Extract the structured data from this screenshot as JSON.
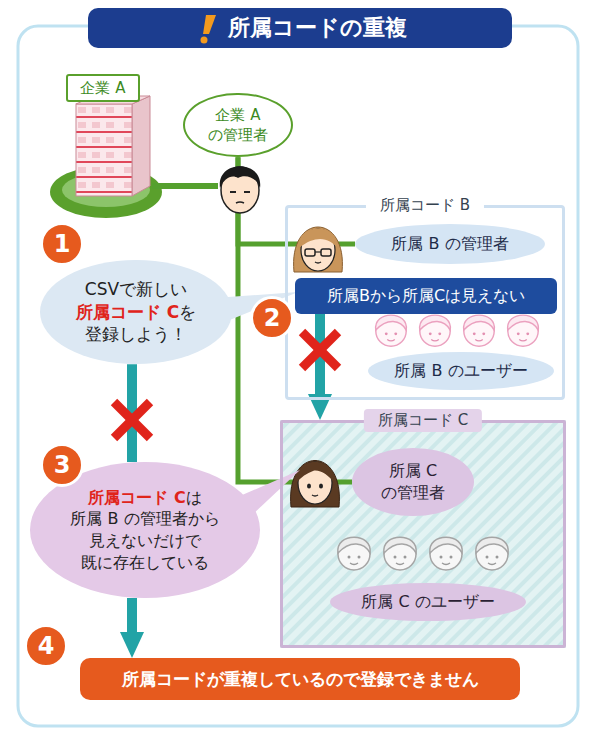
{
  "diagram": {
    "title": "所属コードの重複",
    "nodes": [
      {
        "text": [
          "企業 A"
        ]
      },
      {
        "text": [
          "企業 A の管理者"
        ]
      },
      {
        "text": [
          "CSVで新しい",
          "所属コード C",
          "を",
          "登録しよう！"
        ]
      },
      {
        "text": [
          "所属コード B"
        ]
      },
      {
        "text": [
          "所属 B の管理者"
        ],
        "in": 3
      },
      {
        "text": [
          "所属Bから所属Cは見えない"
        ],
        "in": 3
      },
      {
        "text": [
          "所属 B のユーザー"
        ],
        "in": 3
      },
      {
        "text": [
          "所属コード C"
        ]
      },
      {
        "text": [
          "所属 C の管理者"
        ],
        "in": 7
      },
      {
        "text": [
          "所属 C のユーザー"
        ],
        "in": 7
      },
      {
        "text": [
          "所属コード C",
          "は",
          "所属 B の管理者から 見えないだけで 既に存在している"
        ]
      },
      {
        "text": [
          "所属コードが重複しているので登録できません"
        ]
      }
    ],
    "edges": [
      {
        "from": 1,
        "to": 4,
        "arrow": "none"
      },
      {
        "from": 1,
        "to": 8,
        "arrow": "none"
      },
      {
        "from": 5,
        "to": 7,
        "arrow": "to"
      },
      {
        "from": 2,
        "to": 10,
        "arrow": "none"
      },
      {
        "from": 10,
        "to": 11,
        "arrow": "to"
      }
    ],
    "labels": [
      "1",
      "2",
      "3",
      "4"
    ]
  }
}
